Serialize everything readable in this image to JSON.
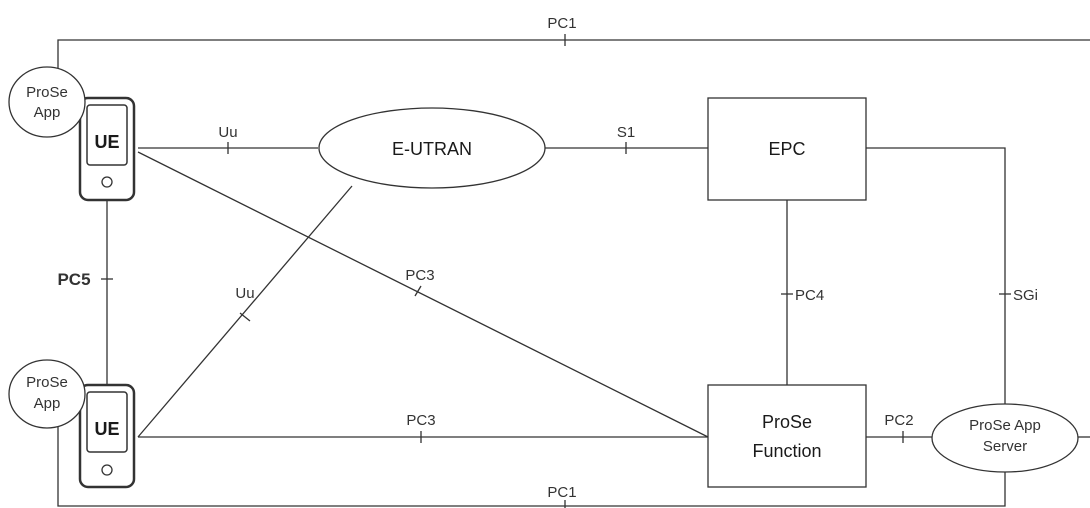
{
  "diagram": {
    "nodes": {
      "ue_top": "UE",
      "ue_bottom": "UE",
      "prose_app_top": [
        "ProSe",
        "App"
      ],
      "prose_app_bottom": [
        "ProSe",
        "App"
      ],
      "eutran": "E-UTRAN",
      "epc": "EPC",
      "prose_function": [
        "ProSe",
        "Function"
      ],
      "prose_app_server": [
        "ProSe App",
        "Server"
      ]
    },
    "interfaces": {
      "pc1_top": "PC1",
      "pc1_bottom": "PC1",
      "uu_top": "Uu",
      "uu_diag": "Uu",
      "s1": "S1",
      "pc5": "PC5",
      "pc3_diag": "PC3",
      "pc3_bottom": "PC3",
      "pc4": "PC4",
      "sgi": "SGi",
      "pc2": "PC2"
    }
  }
}
